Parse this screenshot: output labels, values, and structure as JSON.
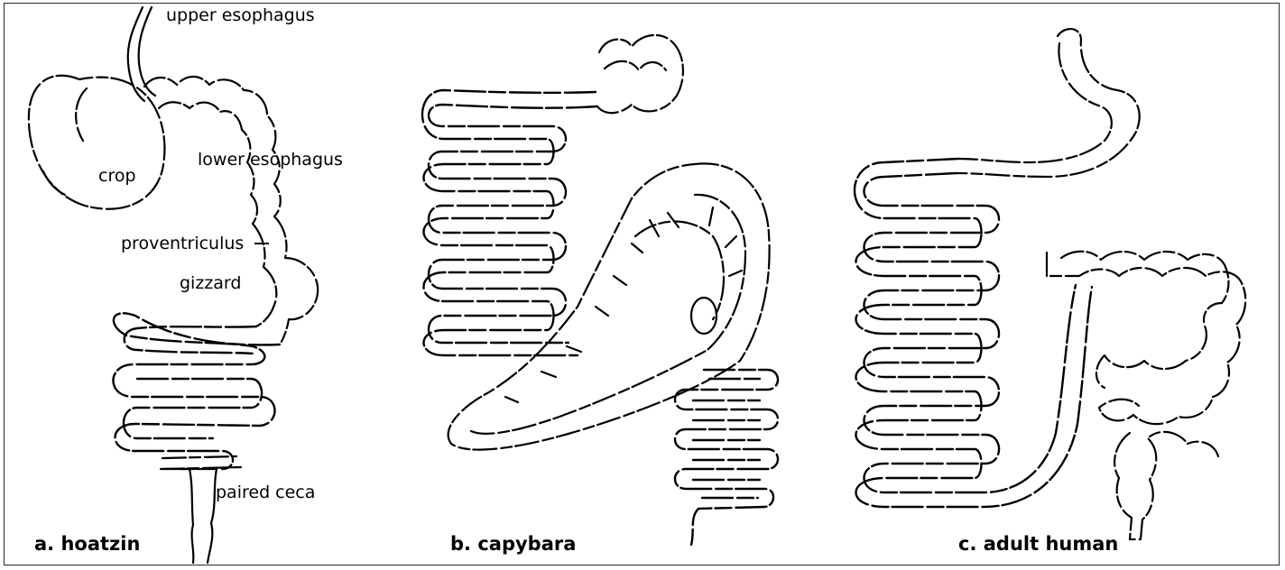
{
  "panels": [
    {
      "caption": "a. hoatzin",
      "labels": {
        "upper_esophagus": "upper esophagus",
        "crop": "crop",
        "lower_esophagus": "lower esophagus",
        "proventriculus": "proventriculus",
        "gizzard": "gizzard",
        "paired_ceca": "paired ceca"
      }
    },
    {
      "caption": "b. capybara"
    },
    {
      "caption": "c. adult human"
    }
  ]
}
